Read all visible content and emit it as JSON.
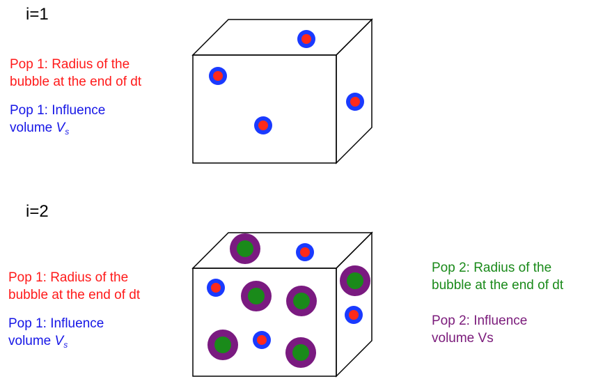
{
  "stages": [
    {
      "label": "i=1",
      "pop1_radius_text": [
        "Pop 1: Radius of the",
        "bubble at the end of dt"
      ],
      "pop1_volume_text": "Pop 1: Influence",
      "pop1_volume_prefix": "volume ",
      "pop1_volume_symbol": "V",
      "pop1_volume_subscript": "s"
    },
    {
      "label": "i=2",
      "pop1_radius_text": [
        "Pop 1: Radius of the",
        "bubble at the end of dt"
      ],
      "pop1_volume_text": "Pop 1: Influence",
      "pop1_volume_prefix": "volume ",
      "pop1_volume_symbol": "V",
      "pop1_volume_subscript": "s",
      "pop2_radius_text": [
        "Pop 2: Radius of the",
        "bubble at the end of dt"
      ],
      "pop2_volume_text": [
        "Pop 2: Influence",
        "volume Vs"
      ]
    }
  ],
  "colors": {
    "pop1_bubble": "#ff2a1a",
    "pop1_influence": "#1a3aff",
    "pop2_bubble": "#1a8a1a",
    "pop2_influence": "#7a1a80",
    "cube_stroke": "#000000"
  }
}
